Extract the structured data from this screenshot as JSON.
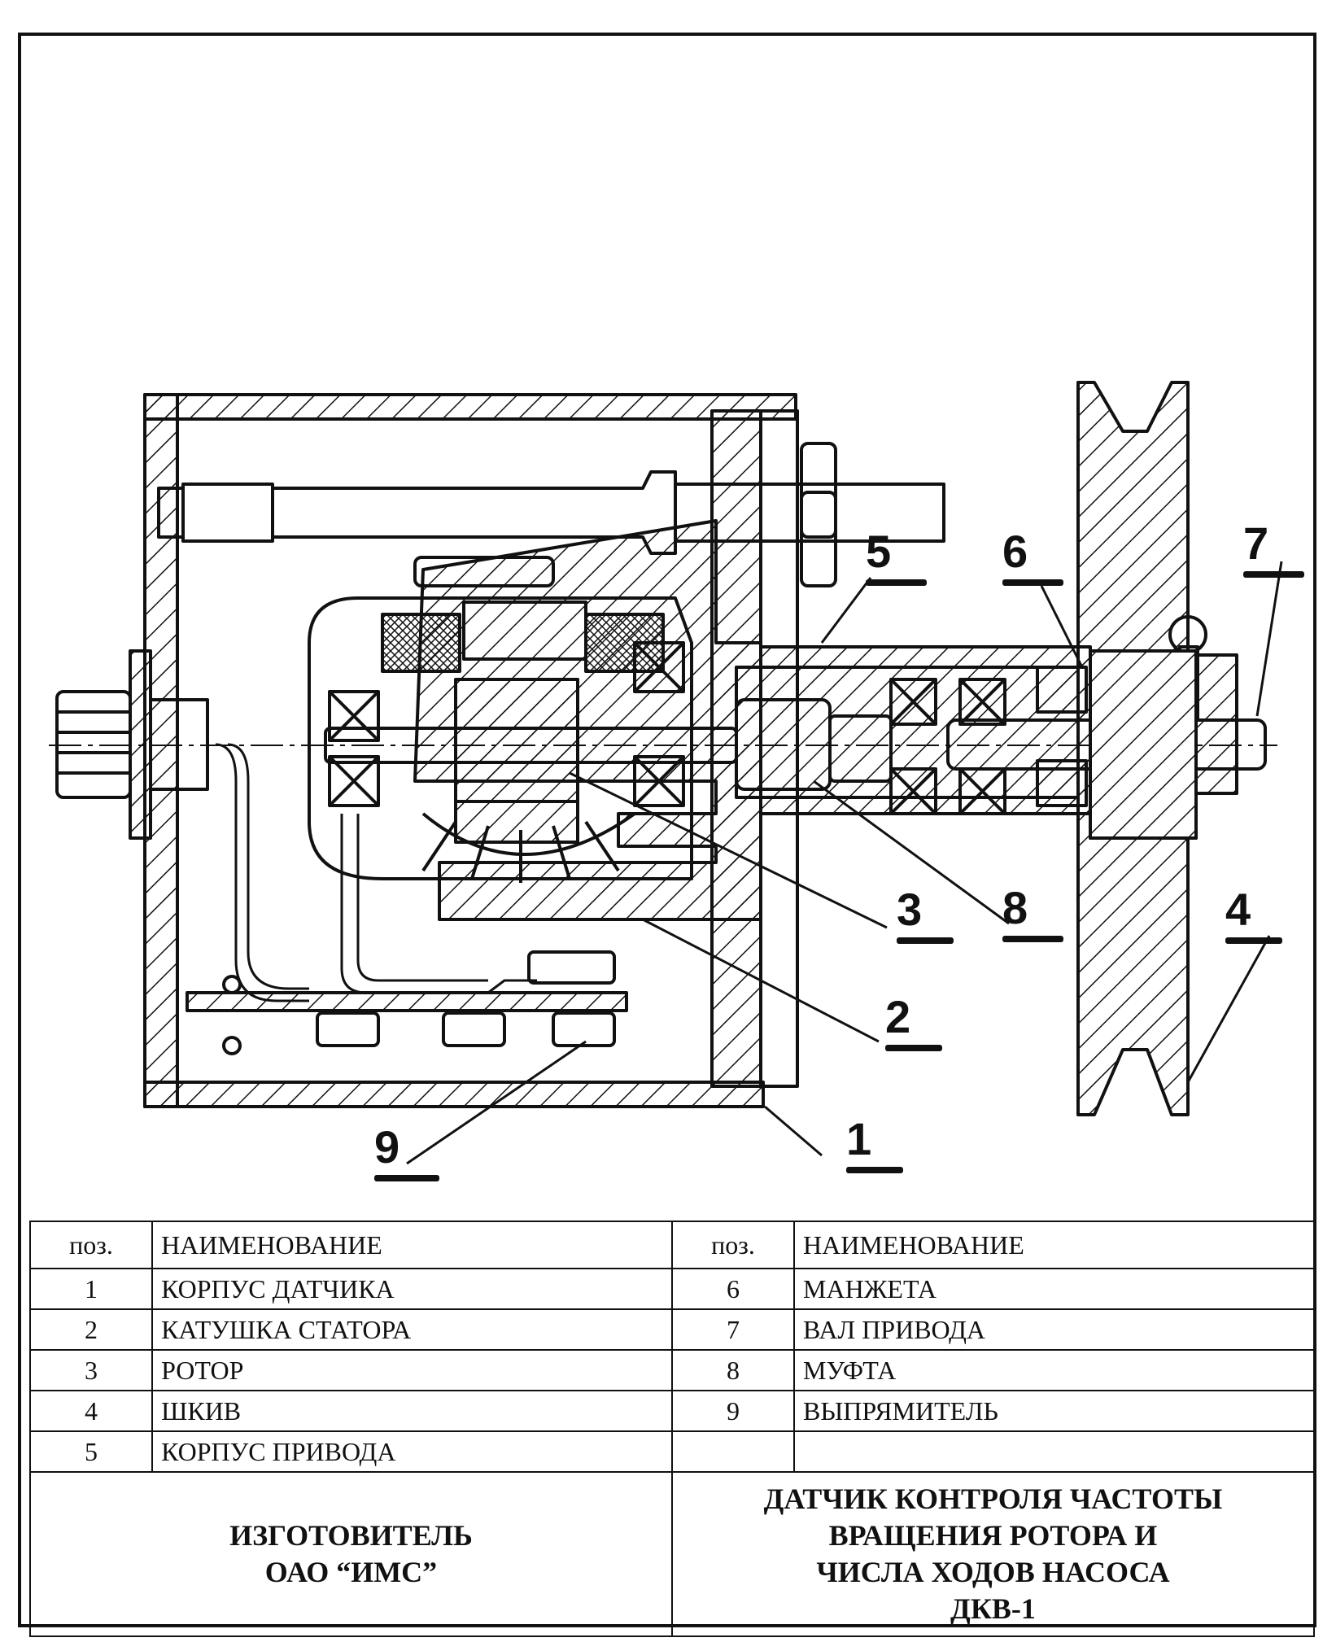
{
  "callouts": {
    "c1": "1",
    "c2": "2",
    "c3": "3",
    "c4": "4",
    "c5": "5",
    "c6": "6",
    "c7": "7",
    "c8": "8",
    "c9": "9"
  },
  "legend": {
    "pos_header": "поз.",
    "name_header": "НАИМЕНОВАНИЕ",
    "items": [
      {
        "pos": "1",
        "name": "КОРПУС ДАТЧИКА"
      },
      {
        "pos": "2",
        "name": "КАТУШКА СТАТОРА"
      },
      {
        "pos": "3",
        "name": "РОТОР"
      },
      {
        "pos": "4",
        "name": "ШКИВ"
      },
      {
        "pos": "5",
        "name": "КОРПУС ПРИВОДА"
      },
      {
        "pos": "6",
        "name": "МАНЖЕТА"
      },
      {
        "pos": "7",
        "name": "ВАЛ ПРИВОДА"
      },
      {
        "pos": "8",
        "name": "МУФТА"
      },
      {
        "pos": "9",
        "name": "ВЫПРЯМИТЕЛЬ"
      }
    ]
  },
  "title_block": {
    "manufacturer_line1": "ИЗГОТОВИТЕЛЬ",
    "manufacturer_line2": "ОАО “ИМС”",
    "title_line1": "ДАТЧИК КОНТРОЛЯ ЧАСТОТЫ",
    "title_line2": "ВРАЩЕНИЯ РОТОРА И",
    "title_line3": "ЧИСЛА ХОДОВ НАСОСА",
    "title_line4": "ДКВ-1"
  }
}
